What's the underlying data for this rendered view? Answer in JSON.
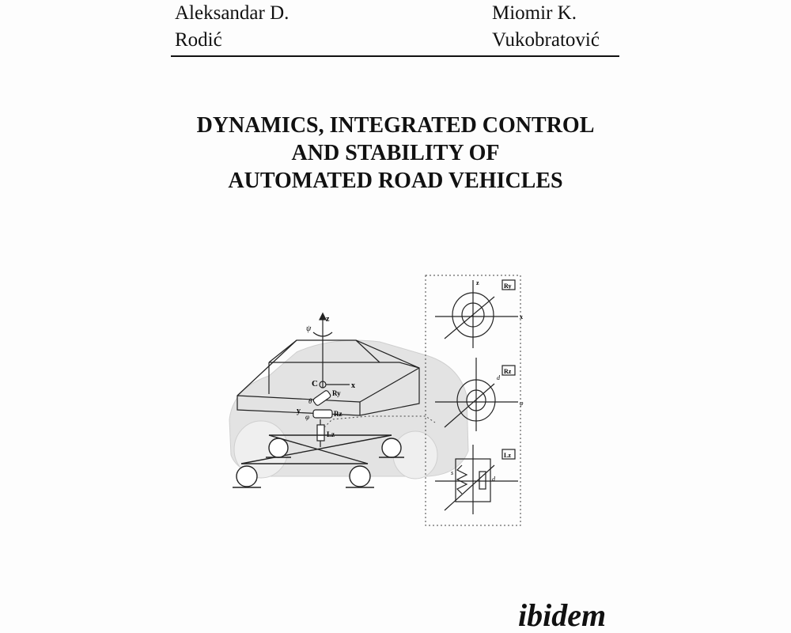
{
  "authors": {
    "left": {
      "line1": "Aleksandar D.",
      "line2": "Rodić"
    },
    "right": {
      "line1": "Miomir K.",
      "line2": "Vukobratović"
    }
  },
  "title": {
    "line1": "DYNAMICS, INTEGRATED CONTROL",
    "line2": "AND STABILITY OF",
    "line3": "AUTOMATED ROAD VEHICLES"
  },
  "figure": {
    "labels": {
      "z": "z",
      "x": "x",
      "y": "y",
      "c": "C",
      "ry": "Ry",
      "rz": "Rz",
      "lz": "Lz",
      "psi": "ψ",
      "theta": "θ",
      "phi": "φ",
      "s": "s",
      "d": "d"
    }
  },
  "publisher": "ibidem",
  "colors": {
    "text": "#111111",
    "car_ghost": "#d9d9d9",
    "line": "#222222"
  }
}
